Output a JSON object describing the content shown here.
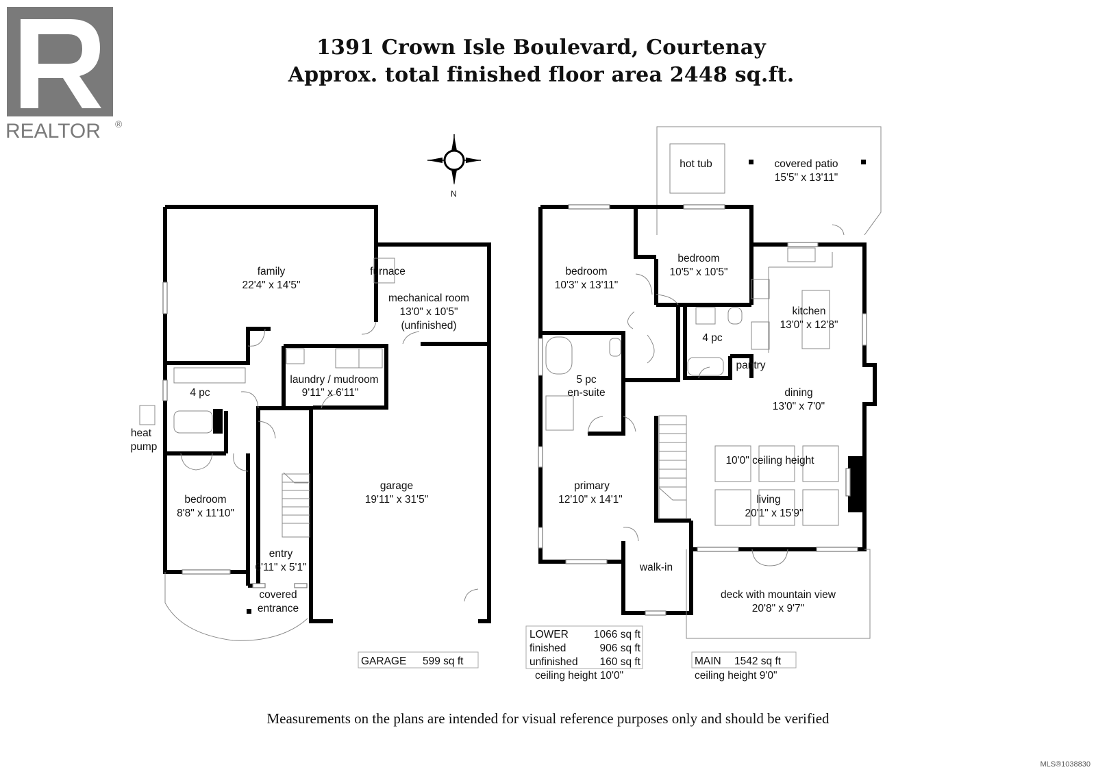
{
  "header": {
    "title_line1": "1391 Crown Isle Boulevard, Courtenay",
    "title_line2": "Approx. total finished floor area 2448 sq.ft."
  },
  "logo": {
    "text": "REALTOR",
    "mark": "®"
  },
  "compass": {
    "label": "N"
  },
  "lower_floor": {
    "family": {
      "name": "family",
      "dims": "22'4\" x 14'5\""
    },
    "furnace": "furnace",
    "mechanical": {
      "name": "mechanical room",
      "dims": "13'0\" x 10'5\"",
      "note": "(unfinished)"
    },
    "laundry": {
      "name": "laundry / mudroom",
      "dims": "9'11\" x 6'11\""
    },
    "bath": "4 pc",
    "heat_pump": {
      "line1": "heat",
      "line2": "pump"
    },
    "bedroom": {
      "name": "bedroom",
      "dims": "8'8\" x 11'10\""
    },
    "garage": {
      "name": "garage",
      "dims": "19'11\" x 31'5\""
    },
    "entry": {
      "name": "entry",
      "dims": "6'11\" x 5'1\""
    },
    "covered_entrance": {
      "line1": "covered",
      "line2": "entrance"
    }
  },
  "main_floor": {
    "hot_tub": "hot tub",
    "covered_patio": {
      "name": "covered patio",
      "dims": "15'5\" x 13'11\""
    },
    "bedroom_left": {
      "name": "bedroom",
      "dims": "10'3\" x 13'11\""
    },
    "bedroom_right": {
      "name": "bedroom",
      "dims": "10'5\" x 10'5\""
    },
    "kitchen": {
      "name": "kitchen",
      "dims": "13'0\" x 12'8\""
    },
    "bath": "4 pc",
    "pantry": "pantry",
    "ensuite": {
      "line1": "5 pc",
      "line2": "en-suite"
    },
    "dining": {
      "name": "dining",
      "dims": "13'0\" x 7'0\""
    },
    "ceiling_note": "10'0\" ceiling height",
    "living": {
      "name": "living",
      "dims": "20'1\" x 15'9\""
    },
    "primary": {
      "name": "primary",
      "dims": "12'10\" x 14'1\""
    },
    "walk_in": "walk-in",
    "deck": {
      "name": "deck with mountain view",
      "dims": "20'8\" x 9'7\""
    }
  },
  "stats": {
    "garage": {
      "label": "GARAGE",
      "value": "599 sq ft"
    },
    "lower": [
      {
        "label": "LOWER",
        "value": "1066 sq ft"
      },
      {
        "label": "finished",
        "value": "906 sq ft"
      },
      {
        "label": "unfinished",
        "value": "160 sq ft"
      }
    ],
    "lower_ceiling": "ceiling height 10'0\"",
    "main": {
      "label": "MAIN",
      "value": "1542 sq ft"
    },
    "main_ceiling": "ceiling height 9'0\""
  },
  "footer": {
    "disclaimer": "Measurements on the plans are intended for visual reference purposes only and should be verified",
    "mls": "MLS®1038830"
  }
}
